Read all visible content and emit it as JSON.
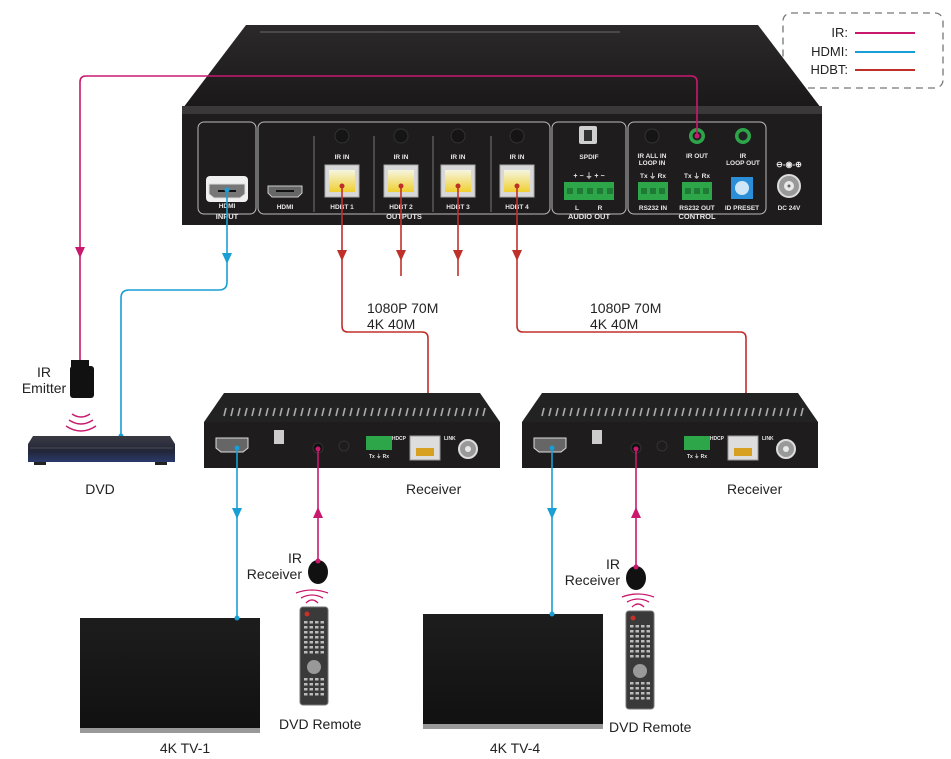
{
  "legend": {
    "items": [
      {
        "label": "IR:",
        "color": "#c8196e"
      },
      {
        "label": "HDMI:",
        "color": "#1a9ed6"
      },
      {
        "label": "HDBT:",
        "color": "#c0302a"
      }
    ]
  },
  "colors": {
    "ir": "#c8196e",
    "hdmi": "#1a9ed6",
    "hdbt": "#c0302a",
    "device_body": "#1e1c1c",
    "terminal_green": "#2da64a",
    "dip_blue": "#2a8fd8"
  },
  "matrix": {
    "input_group": {
      "port": "HDMI",
      "group_label": "INPUT"
    },
    "outputs_group": {
      "group_label": "OUTPUTS",
      "hdmi_label": "HDMI",
      "ports": [
        {
          "ir_label": "IR IN",
          "label": "HDBT 1"
        },
        {
          "ir_label": "IR IN",
          "label": "HDBT 2"
        },
        {
          "ir_label": "IR IN",
          "label": "HDBT 3"
        },
        {
          "ir_label": "IR IN",
          "label": "HDBT 4"
        }
      ]
    },
    "audio_group": {
      "group_label": "AUDIO OUT",
      "spdif_label": "SPDIF",
      "polarity": "+ − ⏚ + −",
      "l_label": "L",
      "r_label": "R"
    },
    "control_group": {
      "group_label": "CONTROL",
      "ir_all_in_label": "IR ALL IN\nLOOP IN",
      "ir_out_label": "IR OUT",
      "ir_loop_out_label": "IR\nLOOP OUT",
      "txrx_label": "Tx ⏚ Rx",
      "rs232_in_label": "RS232 IN",
      "rs232_out_label": "RS232 OUT",
      "id_preset_label": "ID PRESET"
    },
    "power_label": "DC 24V"
  },
  "receivers": [
    {
      "label": "Receiver",
      "txrx_label": "Tx ⏚ Rx",
      "hdcp_label": "HDCP",
      "link_label": "LINK"
    },
    {
      "label": "Receiver",
      "txrx_label": "Tx ⏚ Rx",
      "hdcp_label": "HDCP",
      "link_label": "LINK"
    }
  ],
  "distance_notes": [
    {
      "line1": "1080P 70M",
      "line2": "4K 40M"
    },
    {
      "line1": "1080P 70M",
      "line2": "4K 40M"
    }
  ],
  "source": {
    "ir_emitter_line1": "IR",
    "ir_emitter_line2": "Emitter",
    "dvd_label": "DVD"
  },
  "displays": [
    {
      "tv_label": "4K TV-1",
      "ir_receiver_line1": "IR",
      "ir_receiver_line2": "Receiver",
      "remote_label": "DVD Remote"
    },
    {
      "tv_label": "4K TV-4",
      "ir_receiver_line1": "IR",
      "ir_receiver_line2": "Receiver",
      "remote_label": "DVD Remote"
    }
  ]
}
